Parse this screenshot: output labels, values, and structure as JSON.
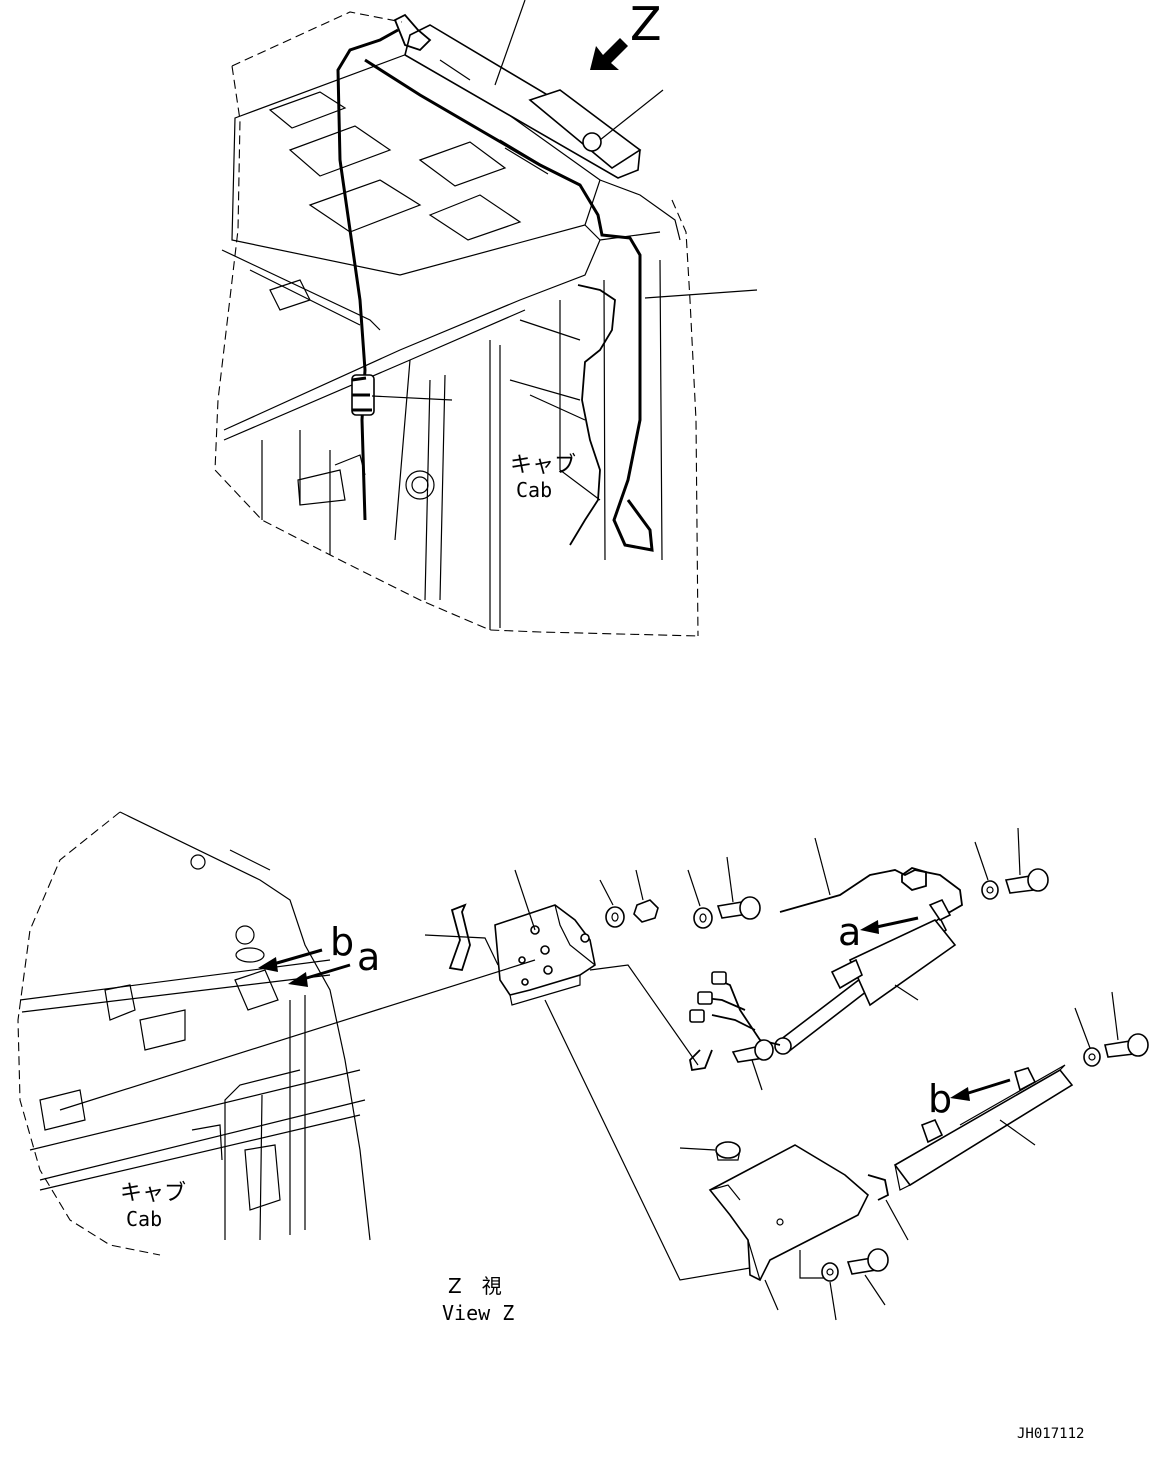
{
  "top_view": {
    "view_letter": "Z",
    "cab_label_jp": "キャブ",
    "cab_label_en": "Cab"
  },
  "bottom_view": {
    "cab_label_jp": "キャブ",
    "cab_label_en": "Cab",
    "view_title_jp": "Z　視",
    "view_title_en": "View Z",
    "ref_a_left": "a",
    "ref_b_left": "b",
    "ref_a_right": "a",
    "ref_b_right": "b"
  },
  "drawing_code": "JH017112"
}
